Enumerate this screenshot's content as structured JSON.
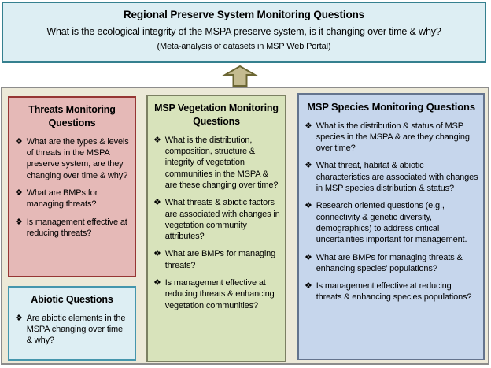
{
  "top_box": {
    "title": "Regional Preserve System Monitoring Questions",
    "subtitle": "What is the ecological integrity of the MSPA preserve system, is it changing over time & why?",
    "note": "(Meta-analysis of datasets in MSP Web Portal)"
  },
  "bullet_glyph": "❖",
  "columns": {
    "threats": {
      "title": "Threats Monitoring Questions",
      "items": [
        "What are the types & levels of threats in the MSPA preserve system, are they changing over time & why?",
        "What are BMPs for managing threats?",
        "Is management effective at reducing threats?"
      ]
    },
    "abiotic": {
      "title": "Abiotic Questions",
      "items": [
        "Are abiotic elements in the MSPA changing over time & why?"
      ]
    },
    "vegetation": {
      "title": "MSP Vegetation Monitoring  Questions",
      "items": [
        "What is the distribution, composition, structure & integrity of vegetation communities in the MSPA & are these changing over time?",
        "What threats & abiotic factors are associated with changes in vegetation community attributes?",
        "What are BMPs for managing threats?",
        "Is management effective at reducing threats & enhancing vegetation communities?"
      ]
    },
    "species": {
      "title": "MSP Species Monitoring Questions",
      "items": [
        "What is the distribution & status of MSP species in the MSPA & are they changing over time?",
        "What threat, habitat & abiotic characteristics are associated with changes in MSP species distribution & status?",
        "Research oriented questions (e.g., connectivity & genetic diversity, demographics) to address critical uncertainties important for management.",
        "What are BMPs for managing threats & enhancing species’ populations?",
        "Is management effective at reducing threats & enhancing species populations?"
      ]
    }
  },
  "colors": {
    "top_box_fill": "#ddeef3",
    "top_box_border": "#35808f",
    "panel_fill": "#ece9d8",
    "panel_border": "#8c8c8c",
    "threats_fill": "#e5b9b7",
    "threats_border": "#963634",
    "abiotic_fill": "#ddeef3",
    "abiotic_border": "#4596ad",
    "vegetation_fill": "#d8e3bb",
    "vegetation_border": "#7c8063",
    "species_fill": "#c6d6ec",
    "species_border": "#64748e",
    "arrow_fill": "#c4bb90",
    "arrow_border": "#6b6633"
  }
}
